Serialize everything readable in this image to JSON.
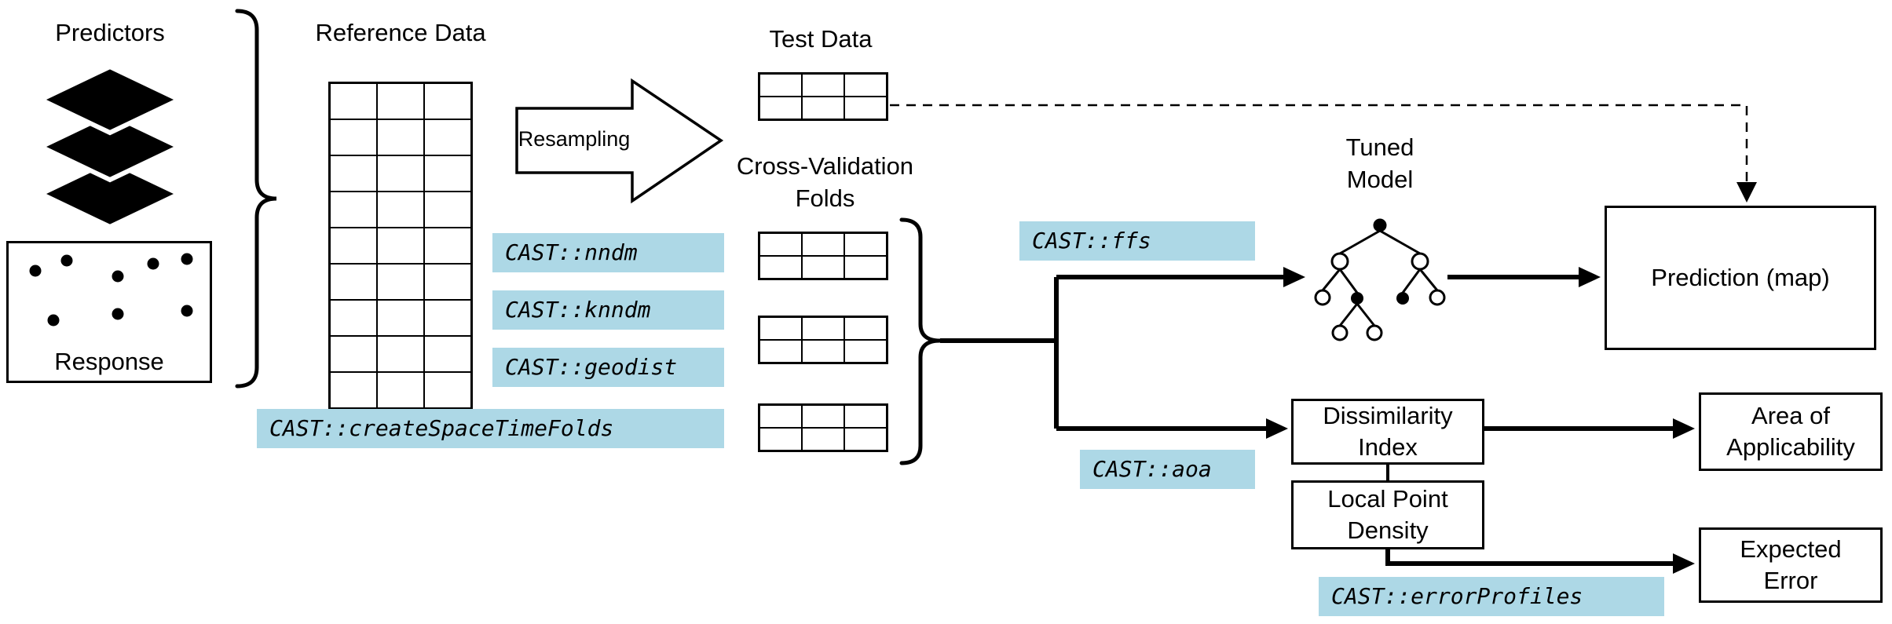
{
  "colors": {
    "highlight": "#ADD8E6",
    "ink": "#000000",
    "paper": "#FFFFFF"
  },
  "nodes": {
    "predictors_label": "Predictors",
    "response_label": "Response",
    "reference_data_label": "Reference Data",
    "resampling_label": "Resampling",
    "test_data_label": "Test Data",
    "cv_folds_label": "Cross-Validation Folds",
    "tuned_model_label": "Tuned Model",
    "prediction_box": "Prediction (map)",
    "dissimilarity_box": "Dissimilarity Index",
    "local_point_density_box": "Local Point Density",
    "area_of_applicability_box": "Area of Applicability",
    "expected_error_box": "Expected Error"
  },
  "code_labels": {
    "nndm": "CAST::nndm",
    "knndm": "CAST::knndm",
    "geodist": "CAST::geodist",
    "createSpaceTimeFolds": "CAST::createSpaceTimeFolds",
    "ffs": "CAST::ffs",
    "aoa": "CAST::aoa",
    "errorProfiles": "CAST::errorProfiles"
  },
  "grids": {
    "reference": {
      "rows": 9,
      "cols": 3
    },
    "test": {
      "rows": 2,
      "cols": 3
    },
    "cv_fold_1": {
      "rows": 2,
      "cols": 3
    },
    "cv_fold_2": {
      "rows": 2,
      "cols": 3
    },
    "cv_fold_3": {
      "rows": 2,
      "cols": 3
    }
  }
}
